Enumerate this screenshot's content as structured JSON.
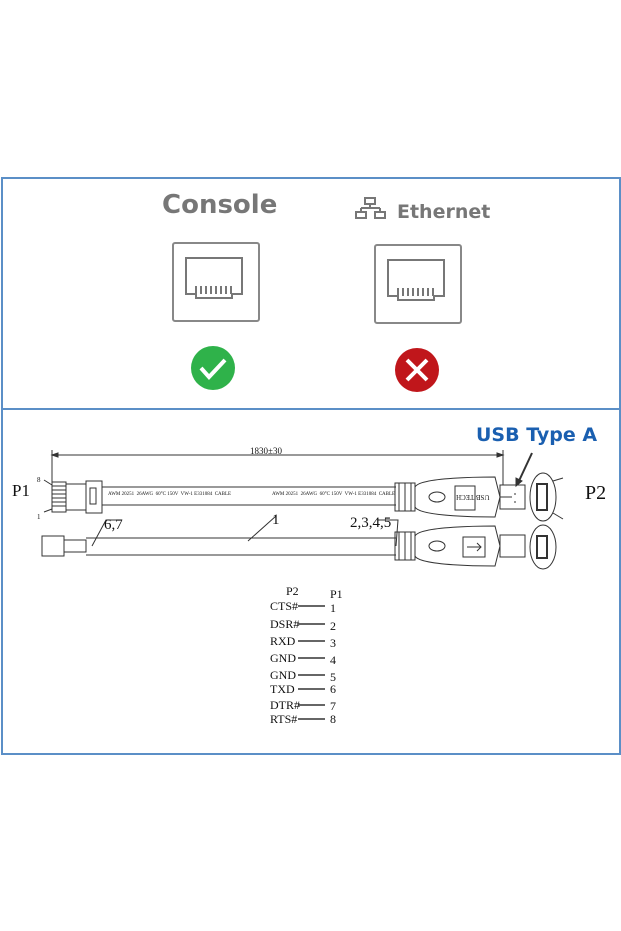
{
  "top": {
    "console": {
      "label": "Console",
      "status": "supported",
      "status_color": "#2fb24a",
      "icon": "rj45-port-icon"
    },
    "ethernet": {
      "label": "Ethernet",
      "status": "not-supported",
      "status_color": "#c0161b",
      "icon": "network-icon"
    }
  },
  "diagram": {
    "usb_label": "USB Type A",
    "usb_label_color": "#1a5fb0",
    "length": "1830±30",
    "p1": "P1",
    "p2": "P2",
    "cable_print": "AWM 20251  26AWG  60°C 150V  VW-1 E331084  CABLE",
    "usb_text": "USB TECH",
    "callout_67": "6,7",
    "callout_1": "1",
    "callout_2345": "2,3,4,5",
    "pin_8": "8",
    "pin_1": "1"
  },
  "pinout": {
    "header_p2": "P2",
    "header_p1": "P1",
    "rows": [
      {
        "p2": "CTS#",
        "p1": "1"
      },
      {
        "p2": "DSR#",
        "p1": "2"
      },
      {
        "p2": "RXD",
        "p1": "3"
      },
      {
        "p2": "GND",
        "p1": "4"
      },
      {
        "p2": "GND",
        "p1": "5"
      },
      {
        "p2": "TXD",
        "p1": "6"
      },
      {
        "p2": "DTR#",
        "p1": "7"
      },
      {
        "p2": "RTS#",
        "p1": "8"
      }
    ]
  }
}
